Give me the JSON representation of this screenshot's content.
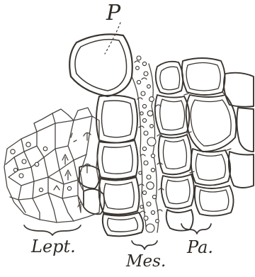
{
  "labels": {
    "p": "P",
    "lept": "Lept.",
    "mes": "Mes.",
    "pa": "Pa."
  },
  "colors": {
    "ink": "#3a3530",
    "paper": "#ffffff"
  }
}
